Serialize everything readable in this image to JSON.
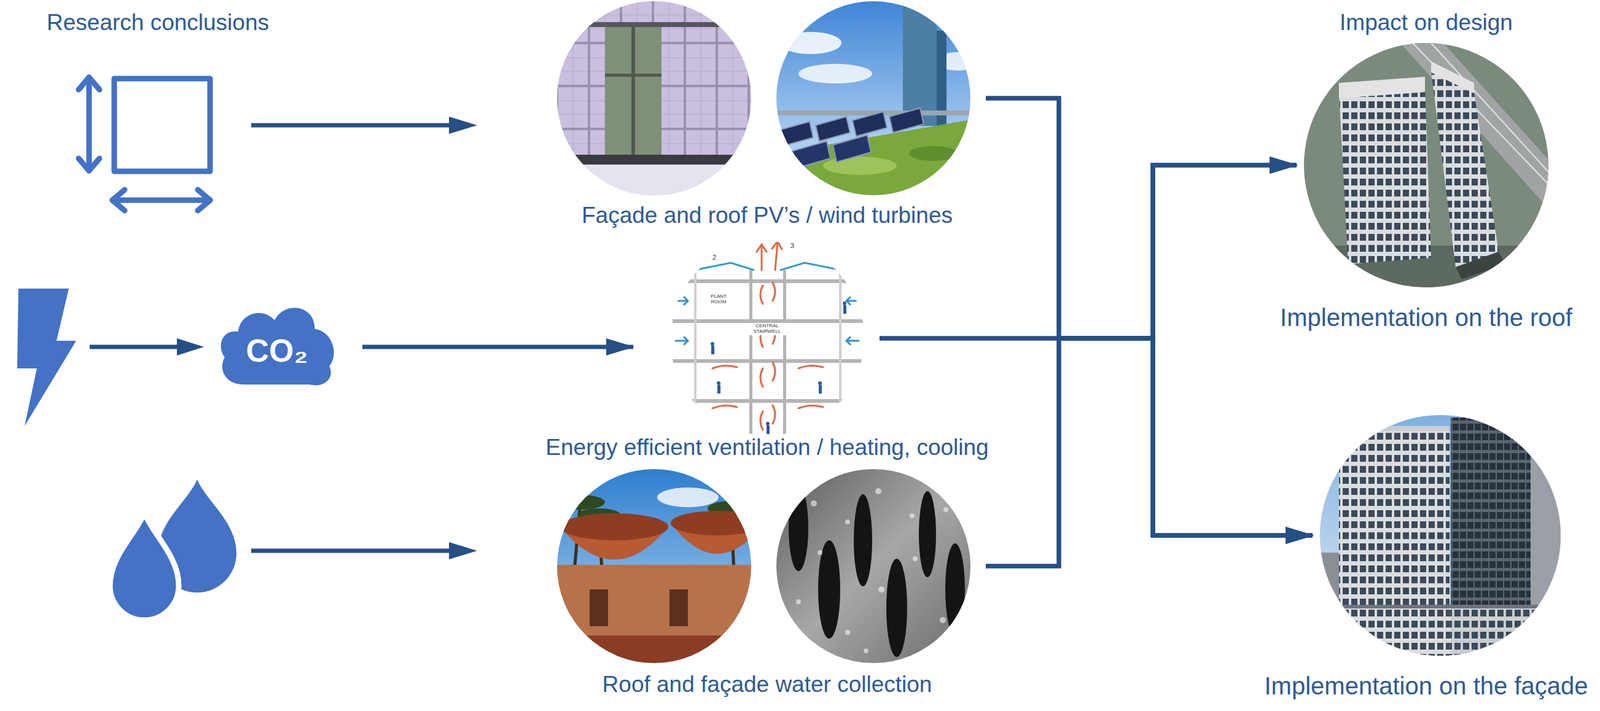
{
  "diagram": {
    "nodes": [
      {
        "text": [
          "Façade and roof PV’s / wind turbines"
        ]
      },
      {
        "text": [
          "CO₂"
        ]
      },
      {
        "text": [
          "Energy efficient ventilation / heating, cooling"
        ]
      },
      {
        "text": [
          "Roof and façade water collection"
        ]
      },
      {
        "text": [
          "Implementation on the roof"
        ]
      },
      {
        "text": [
          "Implementation on the façade"
        ]
      }
    ],
    "edges": [
      {
        "from": 1,
        "to": 2,
        "arrow": "to"
      },
      {
        "from": 0,
        "to": 4,
        "arrow": "to"
      },
      {
        "from": 0,
        "to": 5,
        "arrow": "to"
      },
      {
        "from": 2,
        "to": 4,
        "arrow": "to"
      },
      {
        "from": 2,
        "to": 5,
        "arrow": "to"
      },
      {
        "from": 3,
        "to": 4,
        "arrow": "to"
      },
      {
        "from": 3,
        "to": 5,
        "arrow": "to"
      }
    ],
    "labels": [
      "Research conclusions",
      "Impact on design",
      "2",
      "3",
      "PLANT ROOM",
      "CENTRAL STAIRWELL"
    ]
  }
}
